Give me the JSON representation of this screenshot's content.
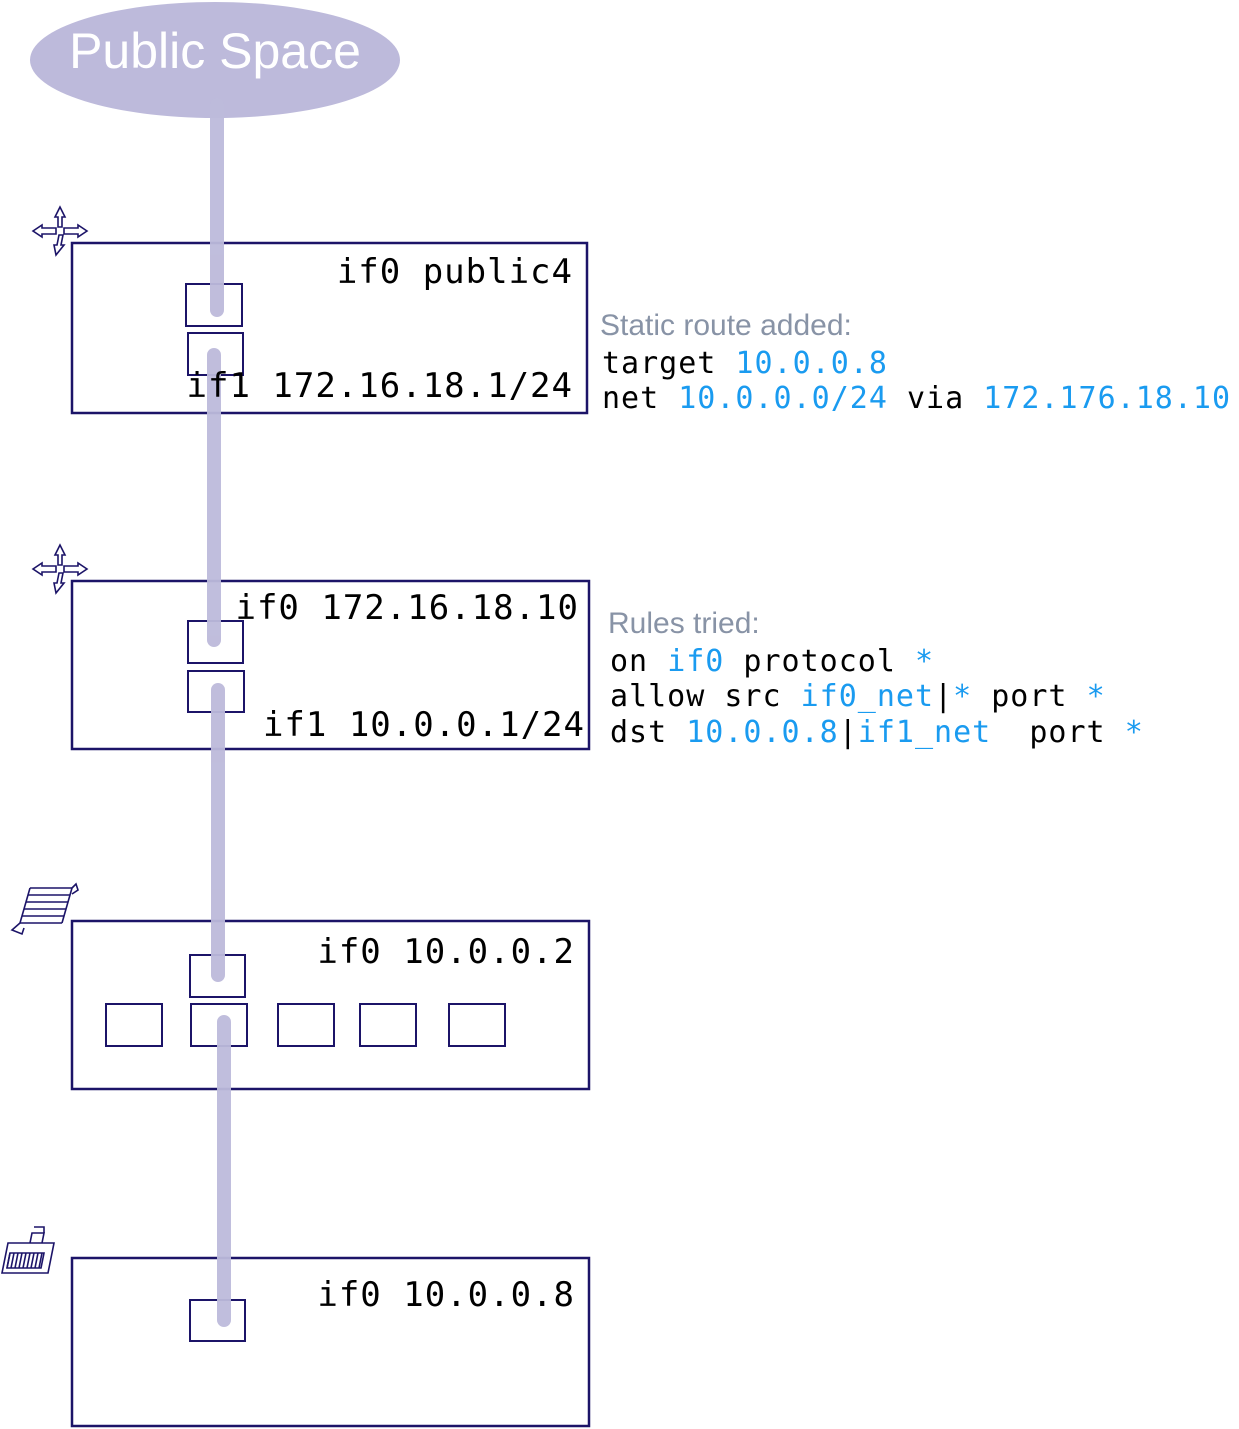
{
  "cloud": {
    "label": "Public Space"
  },
  "colors": {
    "link": "#bdbadb",
    "box": "#1c1468",
    "highlight": "#1a9bf0",
    "note_heading": "#8893a6"
  },
  "devices": [
    {
      "icon": "router-icon",
      "label_top": "if0 public4",
      "label_bottom": "if1 172.16.18.1/24"
    },
    {
      "icon": "router-icon",
      "label_top": "if0 172.16.18.10",
      "label_bottom": "if1 10.0.0.1/24"
    },
    {
      "icon": "switch-icon",
      "label_top": "if0 10.0.0.2"
    },
    {
      "icon": "host-icon",
      "label_top": "if0 10.0.0.8"
    }
  ],
  "notes": {
    "route": {
      "heading": "Static route added:",
      "line1": {
        "k1": "target ",
        "v1": "10.0.0.8"
      },
      "line2": {
        "k1": "net ",
        "v1": "10.0.0.0/24",
        "k2": " via ",
        "v2": "172.176.18.10"
      }
    },
    "rules": {
      "heading": "Rules tried:",
      "line1": {
        "k1": "on ",
        "v1": "if0",
        "k2": " protocol ",
        "v2": "*"
      },
      "line2": {
        "k1": "allow src ",
        "v1": "if0_net",
        "k2": "|",
        "v2": "*",
        "k3": " port ",
        "v3": "*"
      },
      "line3": {
        "k1": "dst ",
        "v1": "10.0.0.8",
        "k2": "|",
        "v2": "if1_net",
        "k3": "  port ",
        "v3": "*"
      }
    }
  }
}
